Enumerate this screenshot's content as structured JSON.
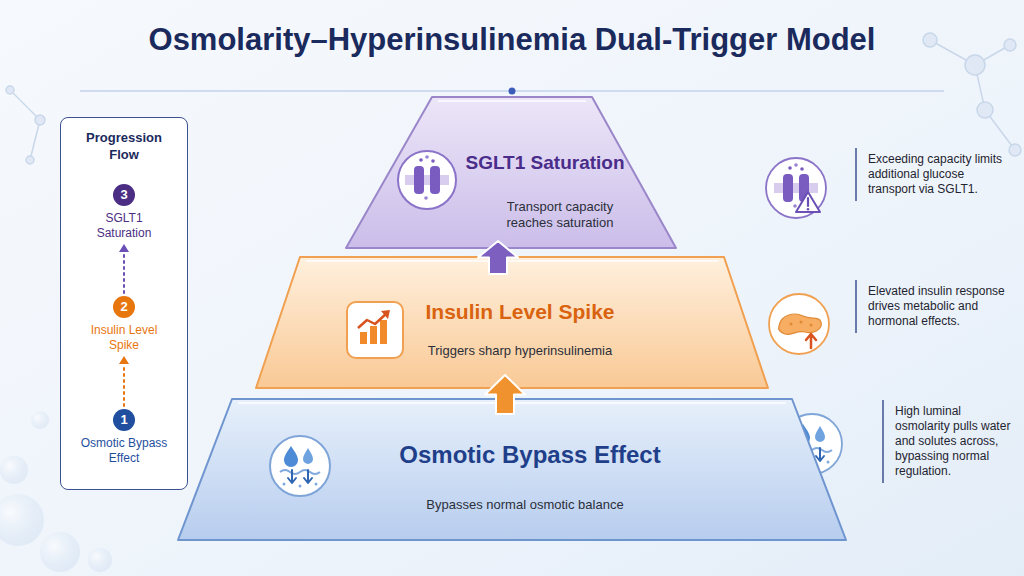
{
  "diagram": {
    "title": "Osmolarity–Hyperinsulinemia Dual-Trigger Model",
    "nodes": [
      {
        "text": [
          "Progression Flow"
        ]
      },
      {
        "text": [
          "3",
          "SGLT1 Saturation"
        ],
        "in": 0
      },
      {
        "text": [
          "2",
          "Insulin Level Spike"
        ],
        "in": 0
      },
      {
        "text": [
          "1",
          "Osmotic Bypass Effect"
        ],
        "in": 0
      },
      {
        "text": [
          "SGLT1 Saturation",
          "Transport capacity reaches saturation"
        ]
      },
      {
        "text": [
          "Insulin Level Spike",
          "Triggers sharp hyperinsulinemia"
        ]
      },
      {
        "text": [
          "Osmotic Bypass Effect",
          "Bypasses normal osmotic balance"
        ]
      }
    ],
    "edges": [
      {
        "from": 3,
        "to": 2,
        "arrow": "to"
      },
      {
        "from": 2,
        "to": 1,
        "arrow": "to"
      },
      {
        "from": 6,
        "to": 5,
        "arrow": "to"
      },
      {
        "from": 5,
        "to": 4,
        "arrow": "to"
      }
    ],
    "labels": [
      "Exceeding capacity limits additional glucose transport via SGLT1.",
      "Elevated insulin response drives metabolic and hormonal effects.",
      "High luminal osmolarity pulls water and solutes across, bypassing normal regulation."
    ]
  }
}
